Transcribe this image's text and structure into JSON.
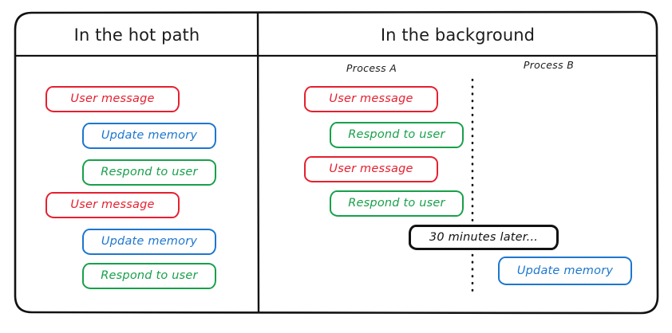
{
  "diagram": {
    "title_left": "In the hot path",
    "title_right": "In the background",
    "process_a_label": "Process A",
    "process_b_label": "Process B",
    "time_marker": "30 minutes later...",
    "colors": {
      "red": "#e5202f",
      "blue": "#1c76cf",
      "green": "#18a04a",
      "black": "#121212",
      "background": "#ffffff"
    },
    "left_panel": {
      "header": "In the hot path",
      "steps": [
        {
          "label": "User message",
          "color": "red",
          "indent": "left"
        },
        {
          "label": "Update memory",
          "color": "blue",
          "indent": "right"
        },
        {
          "label": "Respond to user",
          "color": "green",
          "indent": "right"
        },
        {
          "label": "User message",
          "color": "red",
          "indent": "left"
        },
        {
          "label": "Update memory",
          "color": "blue",
          "indent": "right"
        },
        {
          "label": "Respond to user",
          "color": "green",
          "indent": "right"
        }
      ]
    },
    "right_panel": {
      "header": "In the background",
      "process_a": {
        "name": "Process A",
        "steps": [
          {
            "label": "User message",
            "color": "red",
            "indent": "left"
          },
          {
            "label": "Respond to user",
            "color": "green",
            "indent": "right"
          },
          {
            "label": "User message",
            "color": "red",
            "indent": "left"
          },
          {
            "label": "Respond to user",
            "color": "green",
            "indent": "right"
          }
        ]
      },
      "time_gap": {
        "label": "30 minutes later...",
        "color": "black"
      },
      "process_b": {
        "name": "Process B",
        "steps": [
          {
            "label": "Update memory",
            "color": "blue",
            "indent": "right"
          }
        ]
      }
    }
  }
}
